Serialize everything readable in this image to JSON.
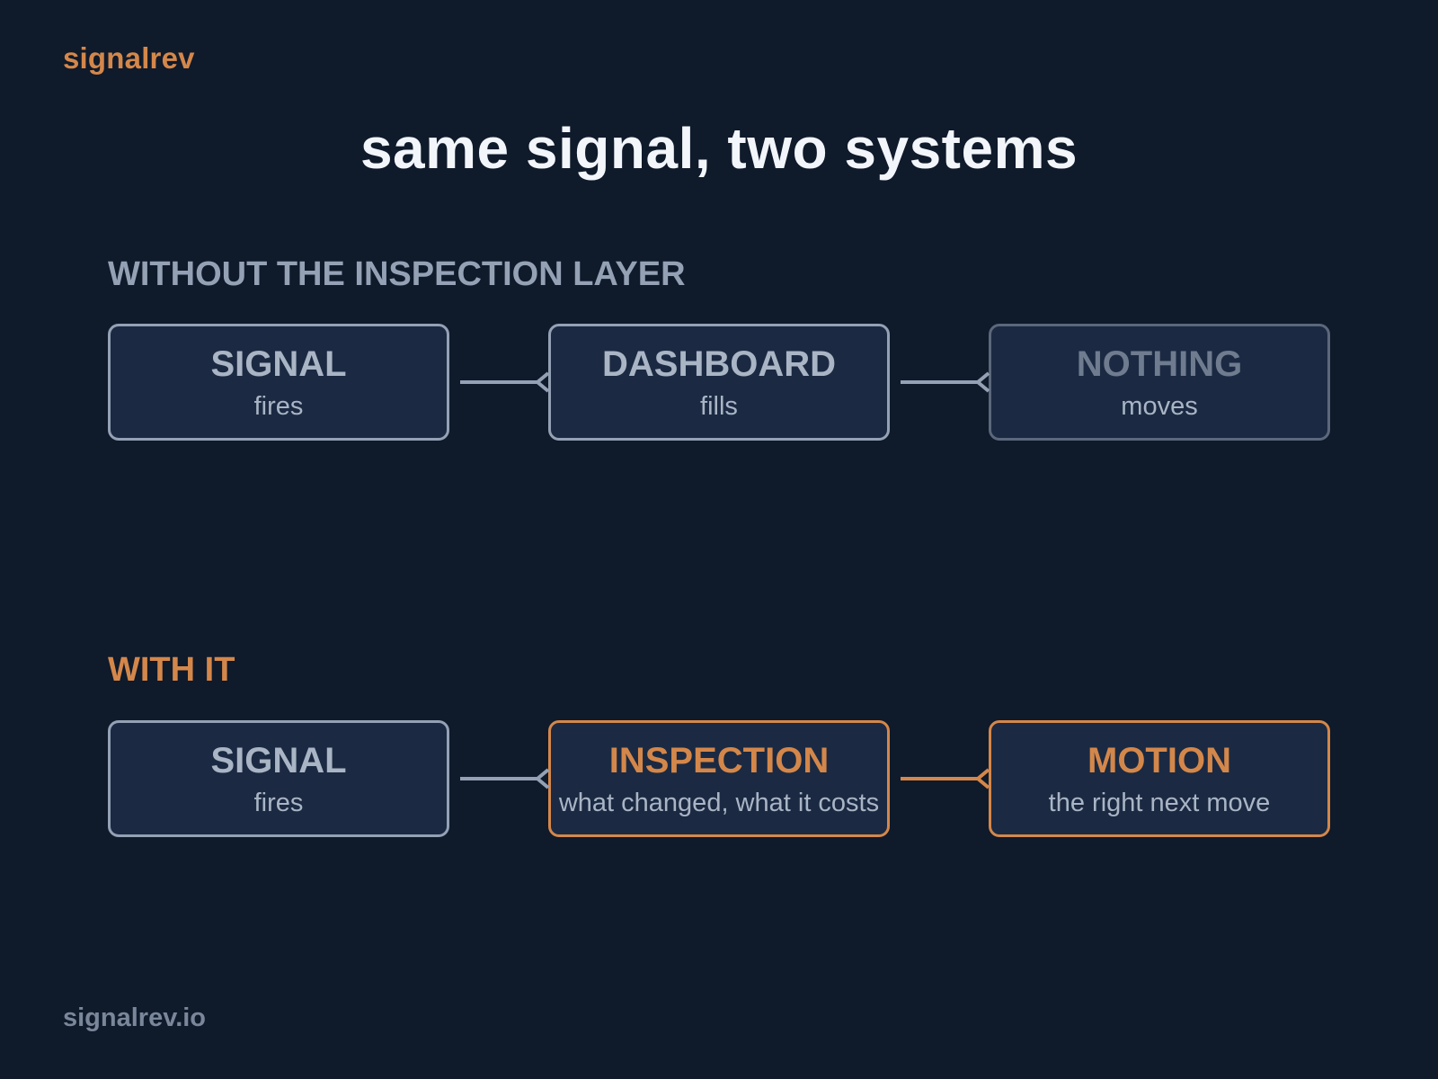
{
  "brand": "signalrev",
  "title": "same signal, two systems",
  "without": {
    "label": "WITHOUT THE INSPECTION LAYER",
    "nodes": [
      {
        "head": "SIGNAL",
        "sub": "fires"
      },
      {
        "head": "DASHBOARD",
        "sub": "fills"
      },
      {
        "head": "NOTHING",
        "sub": "moves"
      }
    ]
  },
  "with": {
    "label": "WITH IT",
    "nodes": [
      {
        "head": "SIGNAL",
        "sub": "fires"
      },
      {
        "head": "INSPECTION",
        "sub": "what changed, what it costs"
      },
      {
        "head": "MOTION",
        "sub": "the right next move"
      }
    ]
  },
  "colors": {
    "background": "#0f1a2b",
    "accent": "#d4874a",
    "muted": "#94a1b5",
    "dim": "#5b677b"
  },
  "footer": "signalrev.io"
}
